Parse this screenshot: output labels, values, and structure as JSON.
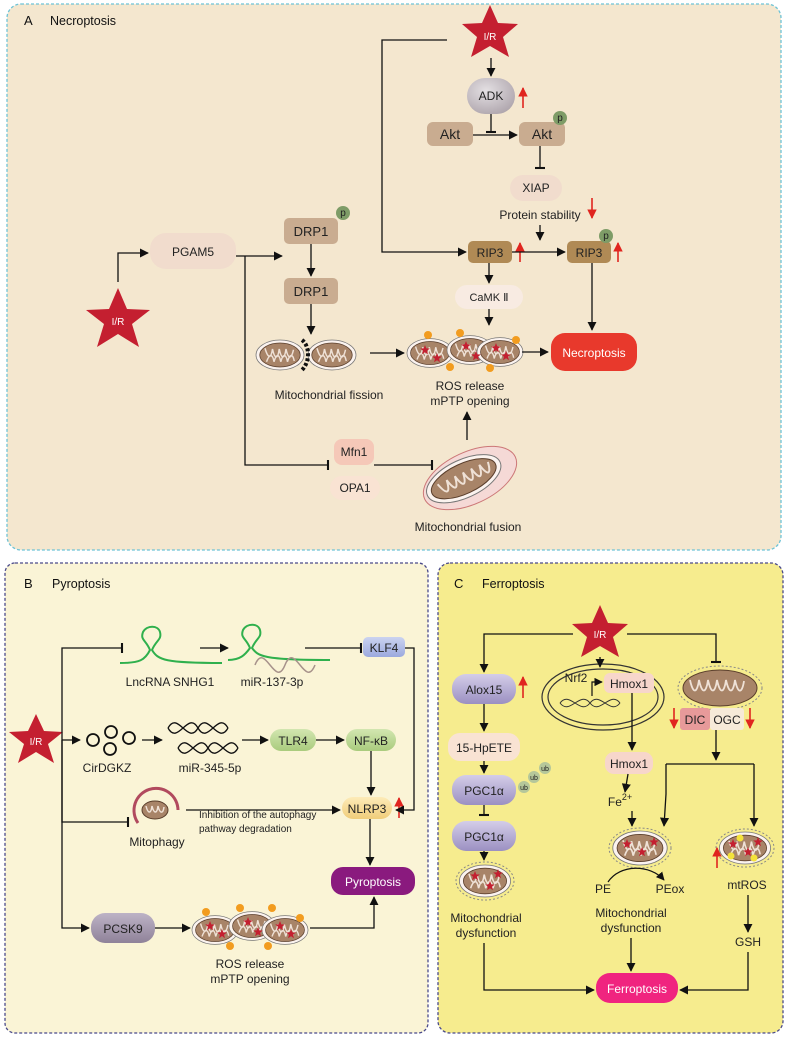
{
  "panels": {
    "a": {
      "letter": "A",
      "title": "Necroptosis"
    },
    "b": {
      "letter": "B",
      "title": "Pyroptosis"
    },
    "c": {
      "letter": "C",
      "title": "Ferroptosis"
    }
  },
  "a": {
    "ir": "I/R",
    "adk": "ADK",
    "akt": "Akt",
    "p": "p",
    "xiap": "XIAP",
    "protein_stability": "Protein stability",
    "pgam5": "PGAM5",
    "drp1": "DRP1",
    "rip3": "RIP3",
    "camk": "CaMK Ⅱ",
    "necroptosis": "Necroptosis",
    "mito_fission": "Mitochondrial fission",
    "ros_release": "ROS release",
    "mptp_opening": "mPTP opening",
    "mfn1": "Mfn1",
    "opa1": "OPA1",
    "mito_fusion": "Mitochondrial fusion"
  },
  "b": {
    "ir": "I/R",
    "lncrna": "LncRNA SNHG1",
    "mir137": "miR-137-3p",
    "klf4": "KLF4",
    "cirdgkz": "CirDGKZ",
    "mir345": "miR-345-5p",
    "tlr4": "TLR4",
    "nfkb": "NF-κB",
    "mitophagy": "Mitophagy",
    "inhibition_line1": "Inhibition of the autophagy",
    "inhibition_line2": "pathway degradation",
    "nlrp3": "NLRP3",
    "pyroptosis": "Pyroptosis",
    "pcsk9": "PCSK9",
    "ros_release": "ROS release",
    "mptp_opening": "mPTP opening"
  },
  "c": {
    "ir": "I/R",
    "alox15": "Alox15",
    "hpete": "15-HpETE",
    "pgc1a": "PGC1α",
    "ub": "ub",
    "mito_dys_line1": "Mitochondrial",
    "mito_dys_line2": "dysfunction",
    "nrf2": "Nrf2",
    "hmox1": "Hmox1",
    "fe": "Fe",
    "fe_charge": "2+",
    "pe": "PE",
    "peox": "PEox",
    "dic": "DIC",
    "ogc": "OGC",
    "mtros": "mtROS",
    "gsh": "GSH",
    "ferroptosis": "Ferroptosis"
  },
  "colors": {
    "panel_a_bg": "#f4e7cf",
    "panel_b_bg": "#faf4d6",
    "panel_c_bg": "#f6ec8e",
    "star": "#c41f30",
    "up_down_arrow": "#e0251f",
    "necroptosis_box": "#e8392c",
    "pyroptosis_box": "#8a1a7e",
    "ferroptosis_box": "#f0247f"
  }
}
